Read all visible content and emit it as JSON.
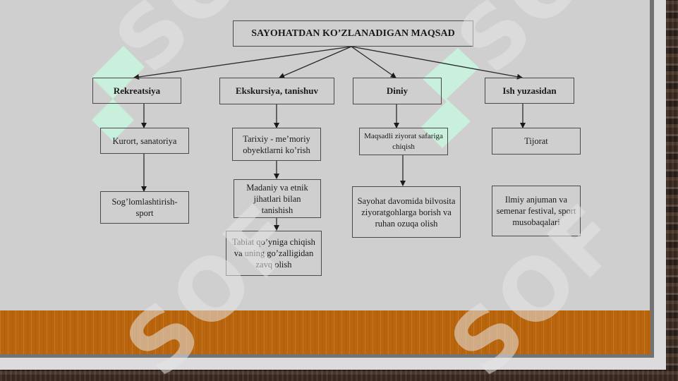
{
  "slide": {
    "title": "SAYOHATDAN KO’ZLANADIGAN MAQSAD",
    "watermark_text": "SOF",
    "colors": {
      "card": "#cfcfcf",
      "band": "#b8650e",
      "logo": "#c9f0dc",
      "border": "#4a4a4a"
    }
  },
  "categories": [
    {
      "label": "Rekreatsiya",
      "items": [
        "Kurort, sanatoriya",
        "Sog’lomlashtirish-sport"
      ]
    },
    {
      "label": "Ekskursiya, tanishuv",
      "items": [
        "Tarixiy - me’moriy obyektlarni ko’rish",
        "Madaniy va etnik jihatlari bilan tanishish",
        "Tabiat qo’yniga chiqish va uning go’zalligidan zavq olish"
      ]
    },
    {
      "label": "Diniy",
      "items": [
        "Maqsadli ziyorat safariga chiqish",
        "Sayohat davomida bilvosita ziyoratgohlarga borish va ruhan ozuqa olish"
      ]
    },
    {
      "label": "Ish yuzasidan",
      "items": [
        "Tijorat",
        "Ilmiy anjuman va semenar festival, sport musobaqalari"
      ]
    }
  ]
}
